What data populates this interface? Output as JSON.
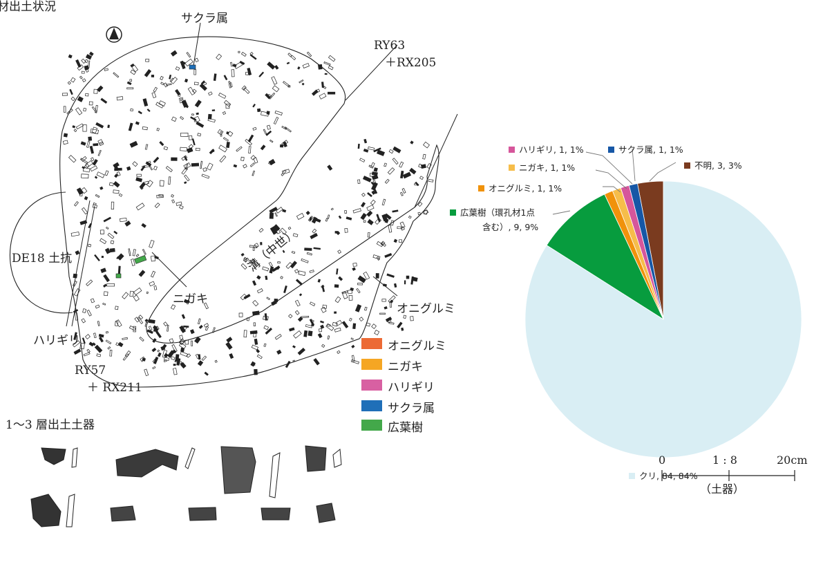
{
  "title_fragment": "材出土状況",
  "map": {
    "labels": {
      "sakura": "サクラ属",
      "ry63_a": "RY63",
      "ry63_b": "＋RX205",
      "de18": "DE18 土抗",
      "ditch": "溝（中世）",
      "nigaki": "ニガキ",
      "onigurumi": "オニグルミ",
      "harigiri": "ハリギリ",
      "ry57_a": "RY57",
      "ry57_b": "＋ RX211"
    },
    "legend": [
      {
        "label": "オニグルミ",
        "color": "#ec6a35"
      },
      {
        "label": "ニガキ",
        "color": "#f5a623"
      },
      {
        "label": "ハリギリ",
        "color": "#d860a2"
      },
      {
        "label": "サクラ属",
        "color": "#1f6fb8"
      },
      {
        "label": "広葉樹",
        "color": "#43a84a"
      }
    ]
  },
  "pottery": {
    "title": "1〜3 層出土土器"
  },
  "scale": {
    "zero": "0",
    "ratio": "1 : 8",
    "max": "20cm",
    "caption": "（土器）"
  },
  "chart_data": {
    "type": "pie",
    "slices": [
      {
        "name": "クリ",
        "value": 84,
        "percent": "84%",
        "color": "#d9eef4"
      },
      {
        "name": "広葉樹（環孔材1点含む）",
        "value": 9,
        "percent": "9%",
        "color": "#079c3e"
      },
      {
        "name": "オニグルミ",
        "value": 1,
        "percent": "1%",
        "color": "#f0920b"
      },
      {
        "name": "ニガキ",
        "value": 1,
        "percent": "1%",
        "color": "#f6bd4a"
      },
      {
        "name": "ハリギリ",
        "value": 1,
        "percent": "1%",
        "color": "#d6569b"
      },
      {
        "name": "サクラ属",
        "value": 1,
        "percent": "1%",
        "color": "#1657a6"
      },
      {
        "name": "不明",
        "value": 3,
        "percent": "3%",
        "color": "#7a3b1f"
      }
    ],
    "labels": {
      "kuri": "クリ, 84, 84%",
      "kouyouju_a": "広葉樹（環孔材1点",
      "kouyouju_b": "含む）, 9, 9%",
      "onigurumi": "オニグルミ, 1, 1%",
      "nigaki": "ニガキ, 1, 1%",
      "harigiri": "ハリギリ, 1, 1%",
      "sakura": "サクラ属, 1, 1%",
      "fumei": "不明, 3, 3%"
    }
  }
}
